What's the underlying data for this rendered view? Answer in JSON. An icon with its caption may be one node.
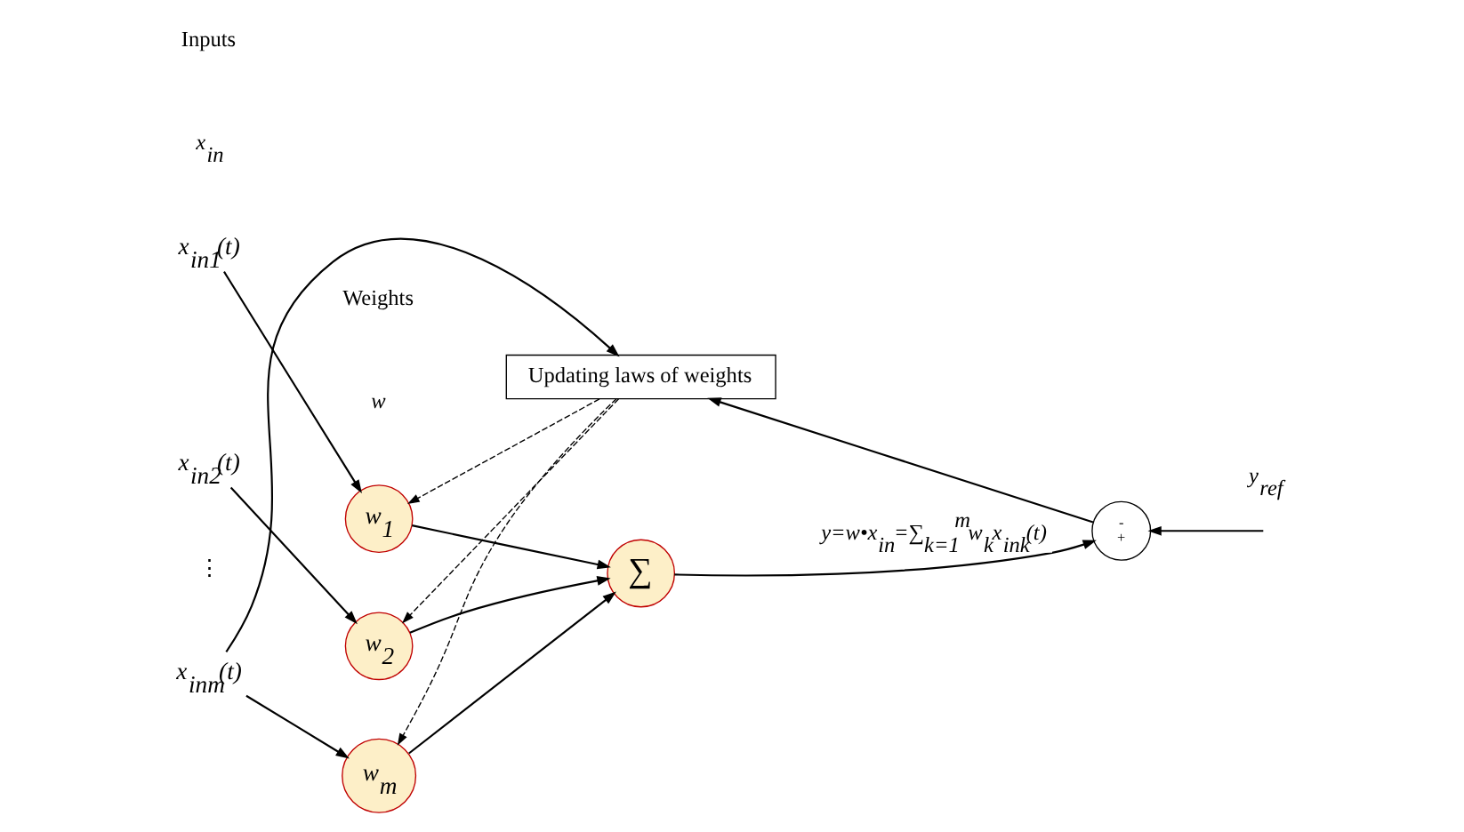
{
  "diagram": {
    "nodes": [
      {
        "text": [
          "x$_{in1}$(t)"
        ]
      },
      {
        "text": [
          "x$_{in2}$(t)"
        ]
      },
      {
        "text": [
          "x$_{inm}$(t)"
        ]
      },
      {
        "text": [
          "w$_{1}$"
        ]
      },
      {
        "text": [
          "w$_{2}$"
        ]
      },
      {
        "text": [
          "w$_{m}$"
        ]
      },
      {
        "text": [
          "∑"
        ]
      },
      {
        "text": [
          "-",
          "+"
        ]
      },
      {
        "text": [
          "Updating laws of weights"
        ]
      }
    ],
    "edges": [
      {
        "from": 0,
        "to": 3,
        "arrow": "to"
      },
      {
        "from": 1,
        "to": 4,
        "arrow": "to"
      },
      {
        "from": 2,
        "to": 5,
        "arrow": "to"
      },
      {
        "from": 3,
        "to": 6,
        "arrow": "to"
      },
      {
        "from": 4,
        "to": 6,
        "arrow": "to"
      },
      {
        "from": 5,
        "to": 6,
        "arrow": "to"
      },
      {
        "from": 6,
        "to": 7,
        "arrow": "to",
        "label": "y=w•x$_{in}$=∑$_{k=1}$$^{m}$w$_{k}$x$_{ink}$(t)"
      },
      {
        "from": null,
        "to": 7,
        "arrow": "to"
      },
      {
        "from": 7,
        "to": 8,
        "arrow": "to"
      },
      {
        "from": 2,
        "to": 8,
        "arrow": "to"
      },
      {
        "from": 8,
        "to": 3,
        "arrow": "to",
        "style": "dashed"
      },
      {
        "from": 8,
        "to": 4,
        "arrow": "to",
        "style": "dashed"
      },
      {
        "from": 8,
        "to": 5,
        "arrow": "to",
        "style": "dashed"
      }
    ],
    "labels": [
      "Inputs",
      "Weights",
      "x$_{in}$",
      "w",
      "⋮",
      "y$_{ref}$"
    ]
  }
}
